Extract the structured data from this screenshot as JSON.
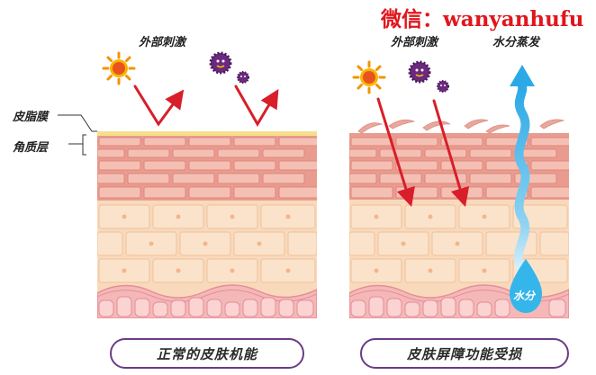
{
  "watermark": "微信：wanyanhufu",
  "left_panel": {
    "external_label": "外部刺激",
    "sebum_label": "皮脂膜",
    "stratum_label": "角质层",
    "caption": "正常的皮肤机能"
  },
  "right_panel": {
    "external_label": "外部刺激",
    "evaporation_label": "水分蒸发",
    "drop_label": "水分",
    "caption": "皮肤屏障功能受损"
  },
  "colors": {
    "watermark": "#e0161c",
    "sebum": "#f5e08a",
    "stratum": "#f0a99d",
    "epidermis": "#f9d9bc",
    "basal": "#f4b8b8",
    "arrow": "#d81e2a",
    "water": "#35b6ea",
    "caption_border": "#6b3b86",
    "sun": "#f29400",
    "germ": "#6b2a7e"
  },
  "icons": [
    "sun-icon",
    "germ-icon",
    "water-drop-icon"
  ]
}
